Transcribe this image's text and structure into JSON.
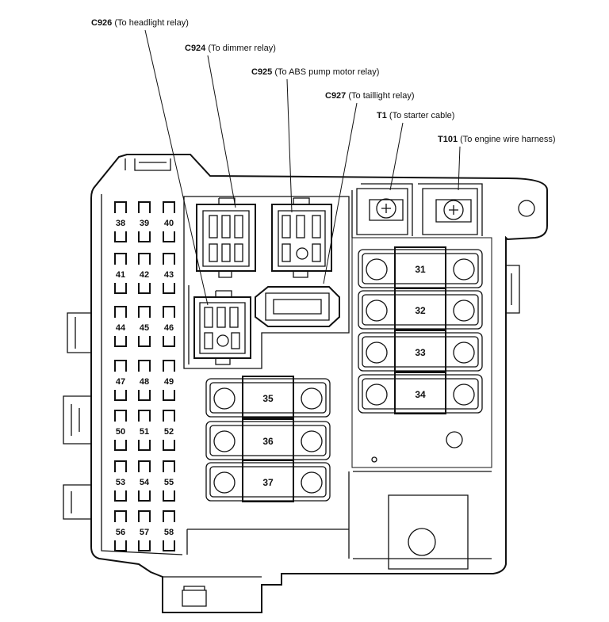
{
  "callouts": [
    {
      "code": "C926",
      "desc": "(To headlight relay)"
    },
    {
      "code": "C924",
      "desc": "(To dimmer relay)"
    },
    {
      "code": "C925",
      "desc": "(To ABS pump motor relay)"
    },
    {
      "code": "C927",
      "desc": "(To taillight relay)"
    },
    {
      "code": "T1",
      "desc": "(To starter cable)"
    },
    {
      "code": "T101",
      "desc": "(To engine wire harness)"
    }
  ],
  "small_fuses": [
    "38",
    "39",
    "40",
    "41",
    "42",
    "43",
    "44",
    "45",
    "46",
    "47",
    "48",
    "49",
    "50",
    "51",
    "52",
    "53",
    "54",
    "55",
    "56",
    "57",
    "58"
  ],
  "large_fuses": [
    "31",
    "32",
    "33",
    "34",
    "35",
    "36",
    "37"
  ]
}
